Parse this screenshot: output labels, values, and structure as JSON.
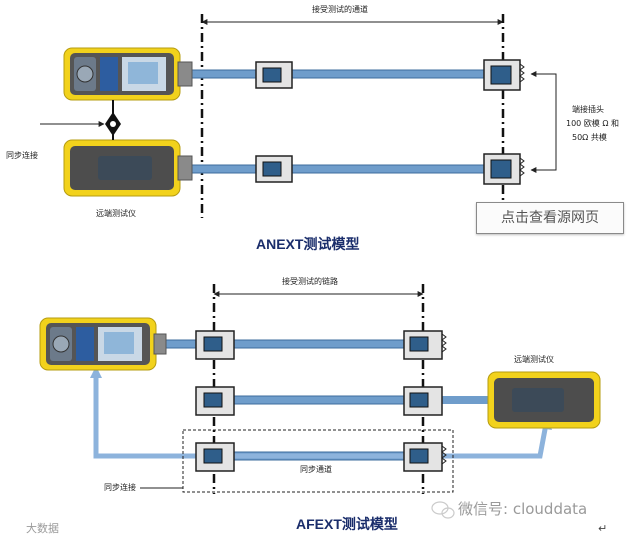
{
  "anext": {
    "bracket_label": "接受测试的通道",
    "sync_label": "同步连接",
    "remote_label": "远端测试仪",
    "connector_note": [
      "端接插头",
      "100 欧模 Ω 和",
      "50Ω 共模"
    ],
    "title": "ANEXT测试模型"
  },
  "afext": {
    "bracket_label": "接受测试的链路",
    "remote_label": "远端测试仪",
    "sync_channel_label": "同步通道",
    "sync_label": "同步连接",
    "title": "AFEXT测试模型"
  },
  "ui": {
    "view_source_button": "点击查看源网页",
    "watermark_right": "微信号: clouddata",
    "watermark_left": "大数据",
    "return_symbol": "↵"
  },
  "colors": {
    "cable": "#5b8bbd",
    "cable_dark": "#3d6c9c",
    "tester_frame": "#f2d21c",
    "tester_body": "#4d4d4d",
    "connector_fill": "#e4e4e4",
    "connector_jack": "#2f5e8a",
    "title": "#1a2d6b"
  }
}
